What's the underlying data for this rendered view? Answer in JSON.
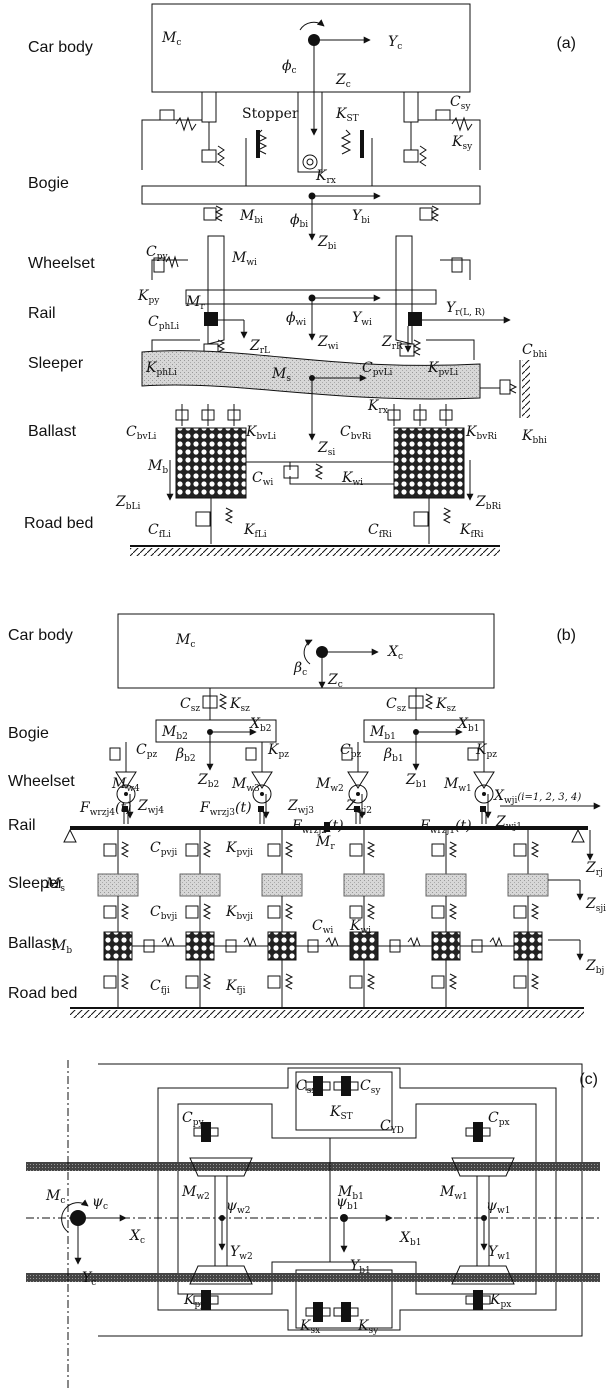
{
  "panel_a": {
    "tag": "(a)",
    "labels": {
      "car_body": "Car body",
      "bogie": "Bogie",
      "wheelset": "Wheelset",
      "rail": "Rail",
      "sleeper": "Sleeper",
      "ballast": "Ballast",
      "road_bed": "Road bed"
    },
    "stopper": "Stopper",
    "sym": {
      "Mc": [
        "M",
        "c"
      ],
      "phic": [
        "ϕ",
        "c"
      ],
      "Yc": [
        "Y",
        "c"
      ],
      "Zc": [
        "Z",
        "c"
      ],
      "KST": [
        "K",
        "ST"
      ],
      "Csy": [
        "C",
        "sy"
      ],
      "Ksy": [
        "K",
        "sy"
      ],
      "Krx1": [
        "K",
        "rx"
      ],
      "Mbi": [
        "M",
        "bi"
      ],
      "phibi": [
        "ϕ",
        "bi"
      ],
      "Ybi": [
        "Y",
        "bi"
      ],
      "Zbi": [
        "Z",
        "bi"
      ],
      "Cpy": [
        "C",
        "py"
      ],
      "Kpy": [
        "K",
        "py"
      ],
      "Mwi": [
        "M",
        "wi"
      ],
      "phiwi": [
        "ϕ",
        "wi"
      ],
      "Ywi": [
        "Y",
        "wi"
      ],
      "Zwi": [
        "Z",
        "wi"
      ],
      "Mr": [
        "M",
        "r"
      ],
      "ZrL": [
        "Z",
        "rL"
      ],
      "ZrR": [
        "Z",
        "rR"
      ],
      "YrLR": [
        "Y",
        "r(L, R)"
      ],
      "CphLi": [
        "C",
        "phLi"
      ],
      "KphLi": [
        "K",
        "phLi"
      ],
      "CpvLi": [
        "C",
        "pvLi"
      ],
      "KpvLi": [
        "K",
        "pvLi"
      ],
      "Ms": [
        "M",
        "s"
      ],
      "Krx2": [
        "K",
        "rx"
      ],
      "Cbhi": [
        "C",
        "bhi"
      ],
      "Kbhi": [
        "K",
        "bhi"
      ],
      "Zsi": [
        "Z",
        "si"
      ],
      "CbvLi": [
        "C",
        "bvLi"
      ],
      "KbvLi": [
        "K",
        "bvLi"
      ],
      "CbvRi": [
        "C",
        "bvRi"
      ],
      "KbvRi": [
        "K",
        "bvRi"
      ],
      "Mb": [
        "M",
        "b"
      ],
      "Cwi": [
        "C",
        "wi"
      ],
      "Kwi": [
        "K",
        "wi"
      ],
      "ZbLi": [
        "Z",
        "bLi"
      ],
      "ZbRi": [
        "Z",
        "bRi"
      ],
      "CfLi": [
        "C",
        "fLi"
      ],
      "KfLi": [
        "K",
        "fLi"
      ],
      "CfRi": [
        "C",
        "fRi"
      ],
      "KfRi": [
        "K",
        "fRi"
      ]
    }
  },
  "panel_b": {
    "tag": "(b)",
    "labels": {
      "car_body": "Car body",
      "bogie": "Bogie",
      "wheelset": "Wheelset",
      "rail": "Rail",
      "sleeper": "Sleeper",
      "ballast": "Ballast",
      "road_bed": "Road bed"
    },
    "sym": {
      "Mc": [
        "M",
        "c"
      ],
      "betac": [
        "β",
        "c"
      ],
      "Xc": [
        "X",
        "c"
      ],
      "Zc": [
        "Z",
        "c"
      ],
      "Csz": [
        "C",
        "sz"
      ],
      "Ksz": [
        "K",
        "sz"
      ],
      "Mb2": [
        "M",
        "b2"
      ],
      "Xb2": [
        "X",
        "b2"
      ],
      "Mb1": [
        "M",
        "b1"
      ],
      "Xb1": [
        "X",
        "b1"
      ],
      "Cpz": [
        "C",
        "pz"
      ],
      "Kpz": [
        "K",
        "pz"
      ],
      "betab2": [
        "β",
        "b2"
      ],
      "betab1": [
        "β",
        "b1"
      ],
      "Zb2": [
        "Z",
        "b2"
      ],
      "Zb1": [
        "Z",
        "b1"
      ],
      "Mw4": [
        "M",
        "w4"
      ],
      "Mw3": [
        "M",
        "w3"
      ],
      "Mw2": [
        "M",
        "w2"
      ],
      "Mw1": [
        "M",
        "w1"
      ],
      "Zwj4": [
        "Z",
        "wj4"
      ],
      "Zwj3": [
        "Z",
        "wj3"
      ],
      "Zwj2": [
        "Z",
        "wj2"
      ],
      "Zwj1": [
        "Z",
        "wj1"
      ],
      "Xwji": [
        "X",
        "wji"
      ],
      "F4": [
        "F",
        "wrzj4"
      ],
      "F3": [
        "F",
        "wrzj3"
      ],
      "F2": [
        "F",
        "wrzj2"
      ],
      "F1": [
        "F",
        "wrzj1"
      ],
      "Mr": [
        "M",
        "r"
      ],
      "Zrj": [
        "Z",
        "rj"
      ],
      "Cpvji": [
        "C",
        "pvji"
      ],
      "Kpvji": [
        "K",
        "pvji"
      ],
      "Ms": [
        "M",
        "s"
      ],
      "Zsji": [
        "Z",
        "sji"
      ],
      "Cbvji": [
        "C",
        "bvji"
      ],
      "Kbvji": [
        "K",
        "bvji"
      ],
      "Mb": [
        "M",
        "b"
      ],
      "Cwi": [
        "C",
        "wi"
      ],
      "Kwi": [
        "K",
        "wi"
      ],
      "Zbj": [
        "Z",
        "bj"
      ],
      "Cfji": [
        "C",
        "fji"
      ],
      "Kfji": [
        "K",
        "fji"
      ]
    },
    "xwji_suffix": "(i=1, 2, 3, 4)",
    "time_suffix": "(t)"
  },
  "panel_c": {
    "tag": "(c)",
    "sym": {
      "Csx": [
        "C",
        "sx"
      ],
      "Csy": [
        "C",
        "sy"
      ],
      "KST": [
        "K",
        "ST"
      ],
      "CYD": [
        "C",
        "YD"
      ],
      "Cpy": [
        "C",
        "py"
      ],
      "Cpx": [
        "C",
        "px"
      ],
      "Mb1": [
        "M",
        "b1"
      ],
      "Mw2": [
        "M",
        "w2"
      ],
      "Mw1": [
        "M",
        "w1"
      ],
      "Mc": [
        "M",
        "c"
      ],
      "psic": [
        "ψ",
        "c"
      ],
      "Xc": [
        "X",
        "c"
      ],
      "Yc": [
        "Y",
        "c"
      ],
      "psiw2": [
        "ψ",
        "w2"
      ],
      "psib1": [
        "ψ",
        "b1"
      ],
      "psiw1": [
        "ψ",
        "w1"
      ],
      "Xb1": [
        "X",
        "b1"
      ],
      "Yw2": [
        "Y",
        "w2"
      ],
      "Yb1": [
        "Y",
        "b1"
      ],
      "Yw1": [
        "Y",
        "w1"
      ],
      "Kpy": [
        "K",
        "py"
      ],
      "Kpx": [
        "K",
        "px"
      ],
      "Ksx": [
        "K",
        "sx"
      ],
      "Ksy": [
        "K",
        "sy"
      ]
    }
  }
}
